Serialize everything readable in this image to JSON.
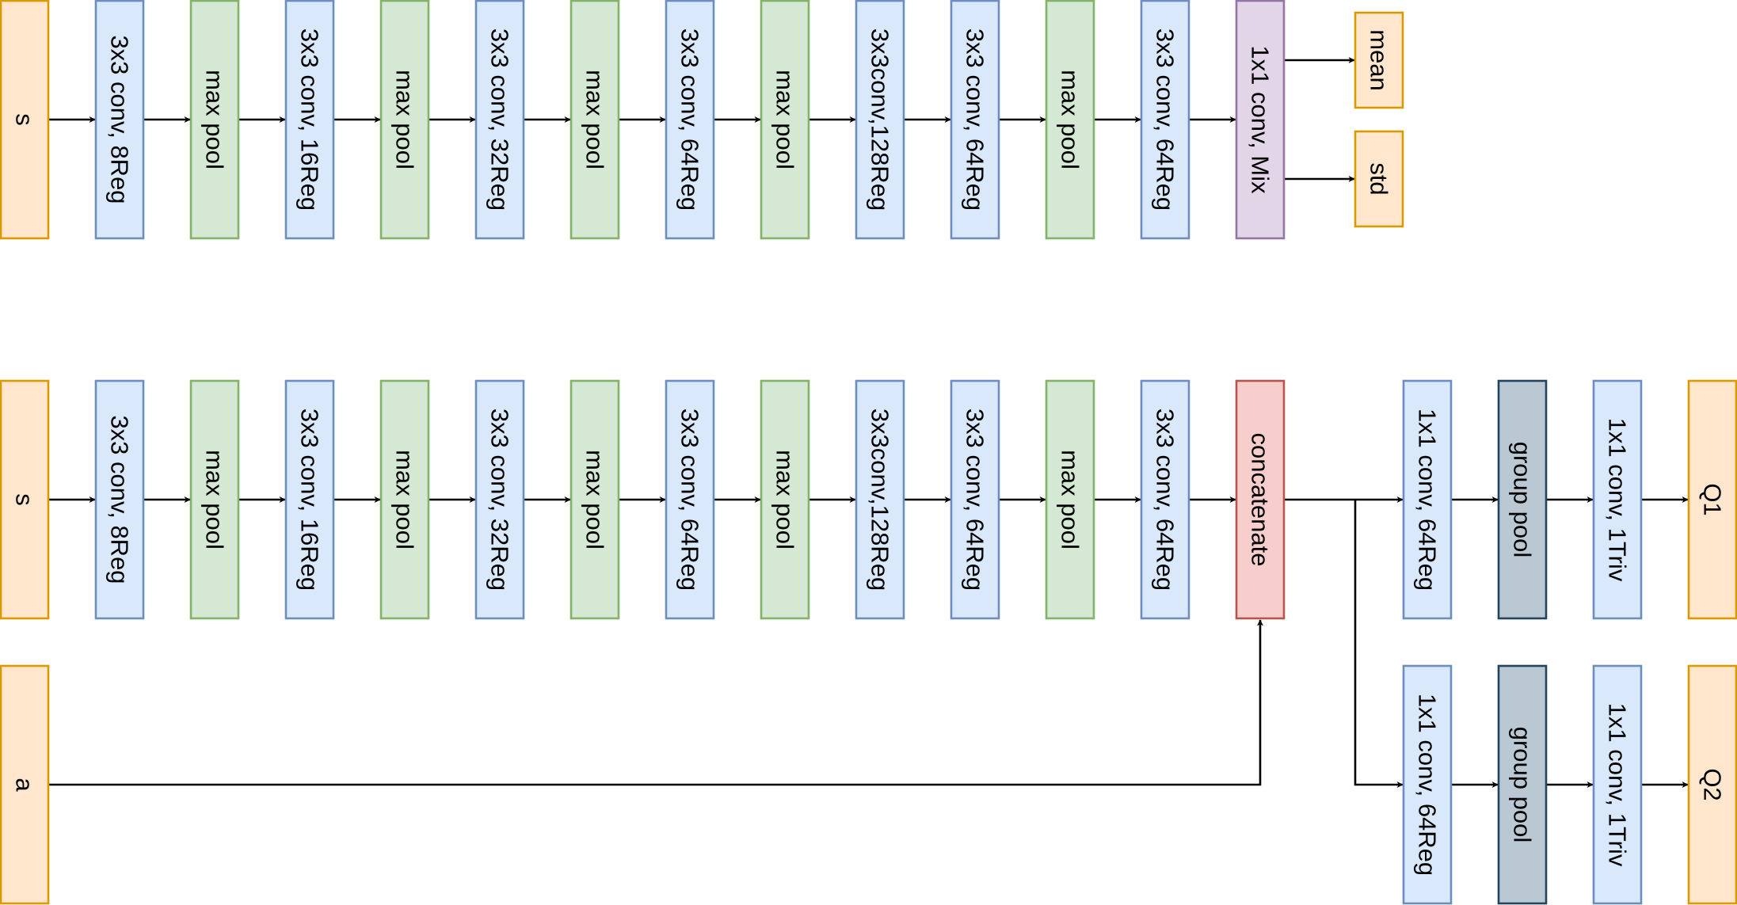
{
  "styles": {
    "input": {
      "fill": "#ffe6cc",
      "stroke": "#d79b00"
    },
    "conv": {
      "fill": "#dae8fc",
      "stroke": "#6c8ebf"
    },
    "pool": {
      "fill": "#d5e8d4",
      "stroke": "#82b366"
    },
    "mix": {
      "fill": "#e1d5e7",
      "stroke": "#9673a6"
    },
    "concat": {
      "fill": "#f8cecc",
      "stroke": "#b85450"
    },
    "group": {
      "fill": "#bac8d3",
      "stroke": "#23445d"
    }
  },
  "actor": {
    "input": "s",
    "layers": [
      "3x3 conv, 8Reg",
      "max pool",
      "3x3 conv, 16Reg",
      "max pool",
      "3x3 conv, 32Reg",
      "max pool",
      "3x3 conv, 64Reg",
      "max pool",
      "3x3conv,128Reg",
      "3x3 conv, 64Reg",
      "max pool",
      "3x3 conv, 64Reg",
      "1x1 conv, Mix"
    ],
    "outputs": [
      "mean",
      "std"
    ]
  },
  "critic": {
    "state_input": "s",
    "action_input": "a",
    "layers": [
      "3x3 conv, 8Reg",
      "max pool",
      "3x3 conv, 16Reg",
      "max pool",
      "3x3 conv, 32Reg",
      "max pool",
      "3x3 conv, 64Reg",
      "max pool",
      "3x3conv,128Reg",
      "3x3 conv, 64Reg",
      "max pool",
      "3x3 conv, 64Reg"
    ],
    "concat": "concatenate",
    "head1": [
      "1x1 conv, 64Reg",
      "group pool",
      "1x1 conv, 1Triv",
      "Q1"
    ],
    "head2": [
      "1x1 conv, 64Reg",
      "group pool",
      "1x1 conv, 1Triv",
      "Q2"
    ]
  }
}
